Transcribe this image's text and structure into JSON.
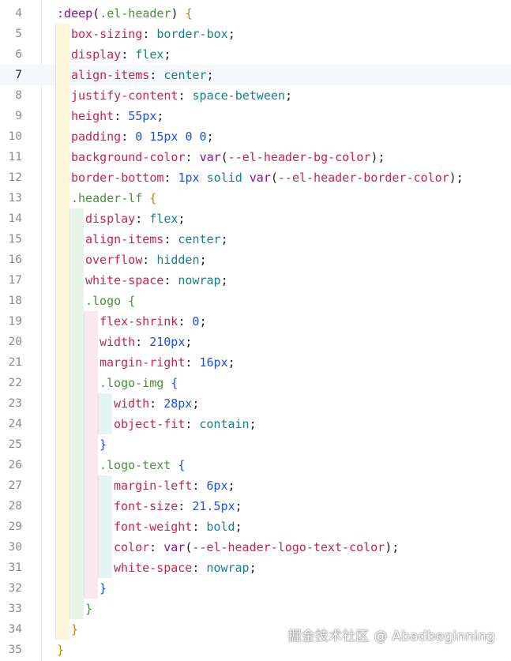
{
  "editor": {
    "current_line": 7,
    "lines": [
      {
        "num": "4",
        "indent": 1,
        "tokens": [
          [
            "pseudo",
            ":deep"
          ],
          [
            "punct",
            "("
          ],
          [
            "selector",
            ".el-header"
          ],
          [
            "punct",
            ") "
          ],
          [
            "brace",
            "{"
          ]
        ]
      },
      {
        "num": "5",
        "indent": 2,
        "tokens": [
          [
            "property",
            "box-sizing"
          ],
          [
            "punct",
            ": "
          ],
          [
            "value",
            "border-box"
          ],
          [
            "punct",
            ";"
          ]
        ]
      },
      {
        "num": "6",
        "indent": 2,
        "tokens": [
          [
            "property",
            "display"
          ],
          [
            "punct",
            ": "
          ],
          [
            "value",
            "flex"
          ],
          [
            "punct",
            ";"
          ]
        ]
      },
      {
        "num": "7",
        "indent": 2,
        "tokens": [
          [
            "property",
            "align-items"
          ],
          [
            "punct",
            ": "
          ],
          [
            "value",
            "center"
          ],
          [
            "punct",
            ";"
          ]
        ]
      },
      {
        "num": "8",
        "indent": 2,
        "tokens": [
          [
            "property",
            "justify-content"
          ],
          [
            "punct",
            ": "
          ],
          [
            "value",
            "space-between"
          ],
          [
            "punct",
            ";"
          ]
        ]
      },
      {
        "num": "9",
        "indent": 2,
        "tokens": [
          [
            "property",
            "height"
          ],
          [
            "punct",
            ": "
          ],
          [
            "number",
            "55px"
          ],
          [
            "punct",
            ";"
          ]
        ]
      },
      {
        "num": "10",
        "indent": 2,
        "tokens": [
          [
            "property",
            "padding"
          ],
          [
            "punct",
            ": "
          ],
          [
            "number",
            "0 15px 0 0"
          ],
          [
            "punct",
            ";"
          ]
        ]
      },
      {
        "num": "11",
        "indent": 2,
        "tokens": [
          [
            "property",
            "background-color"
          ],
          [
            "punct",
            ": "
          ],
          [
            "func",
            "var"
          ],
          [
            "punct",
            "("
          ],
          [
            "var",
            "--el-header-bg-color"
          ],
          [
            "punct",
            ");"
          ]
        ]
      },
      {
        "num": "12",
        "indent": 2,
        "tokens": [
          [
            "property",
            "border-bottom"
          ],
          [
            "punct",
            ": "
          ],
          [
            "number",
            "1px"
          ],
          [
            "value",
            " solid "
          ],
          [
            "func",
            "var"
          ],
          [
            "punct",
            "("
          ],
          [
            "var",
            "--el-header-border-color"
          ],
          [
            "punct",
            ");"
          ]
        ]
      },
      {
        "num": "13",
        "indent": 2,
        "tokens": [
          [
            "selector",
            ".header-lf"
          ],
          [
            "punct",
            " "
          ],
          [
            "brace",
            "{"
          ]
        ]
      },
      {
        "num": "14",
        "indent": 3,
        "tokens": [
          [
            "property",
            "display"
          ],
          [
            "punct",
            ": "
          ],
          [
            "value",
            "flex"
          ],
          [
            "punct",
            ";"
          ]
        ]
      },
      {
        "num": "15",
        "indent": 3,
        "tokens": [
          [
            "property",
            "align-items"
          ],
          [
            "punct",
            ": "
          ],
          [
            "value",
            "center"
          ],
          [
            "punct",
            ";"
          ]
        ]
      },
      {
        "num": "16",
        "indent": 3,
        "tokens": [
          [
            "property",
            "overflow"
          ],
          [
            "punct",
            ": "
          ],
          [
            "value",
            "hidden"
          ],
          [
            "punct",
            ";"
          ]
        ]
      },
      {
        "num": "17",
        "indent": 3,
        "tokens": [
          [
            "property",
            "white-space"
          ],
          [
            "punct",
            ": "
          ],
          [
            "value",
            "nowrap"
          ],
          [
            "punct",
            ";"
          ]
        ]
      },
      {
        "num": "18",
        "indent": 3,
        "tokens": [
          [
            "selector",
            ".logo"
          ],
          [
            "punct",
            " "
          ],
          [
            "brace",
            "{"
          ]
        ]
      },
      {
        "num": "19",
        "indent": 4,
        "tokens": [
          [
            "property",
            "flex-shrink"
          ],
          [
            "punct",
            ": "
          ],
          [
            "number",
            "0"
          ],
          [
            "punct",
            ";"
          ]
        ]
      },
      {
        "num": "20",
        "indent": 4,
        "tokens": [
          [
            "property",
            "width"
          ],
          [
            "punct",
            ": "
          ],
          [
            "number",
            "210px"
          ],
          [
            "punct",
            ";"
          ]
        ]
      },
      {
        "num": "21",
        "indent": 4,
        "tokens": [
          [
            "property",
            "margin-right"
          ],
          [
            "punct",
            ": "
          ],
          [
            "number",
            "16px"
          ],
          [
            "punct",
            ";"
          ]
        ]
      },
      {
        "num": "22",
        "indent": 4,
        "tokens": [
          [
            "selector",
            ".logo-img"
          ],
          [
            "punct",
            " "
          ],
          [
            "brace",
            "{"
          ]
        ]
      },
      {
        "num": "23",
        "indent": 5,
        "tokens": [
          [
            "property",
            "width"
          ],
          [
            "punct",
            ": "
          ],
          [
            "number",
            "28px"
          ],
          [
            "punct",
            ";"
          ]
        ]
      },
      {
        "num": "24",
        "indent": 5,
        "tokens": [
          [
            "property",
            "object-fit"
          ],
          [
            "punct",
            ": "
          ],
          [
            "value",
            "contain"
          ],
          [
            "punct",
            ";"
          ]
        ]
      },
      {
        "num": "25",
        "indent": 4,
        "tokens": [
          [
            "brace",
            "}"
          ]
        ]
      },
      {
        "num": "26",
        "indent": 4,
        "tokens": [
          [
            "selector",
            ".logo-text"
          ],
          [
            "punct",
            " "
          ],
          [
            "brace",
            "{"
          ]
        ]
      },
      {
        "num": "27",
        "indent": 5,
        "tokens": [
          [
            "property",
            "margin-left"
          ],
          [
            "punct",
            ": "
          ],
          [
            "number",
            "6px"
          ],
          [
            "punct",
            ";"
          ]
        ]
      },
      {
        "num": "28",
        "indent": 5,
        "tokens": [
          [
            "property",
            "font-size"
          ],
          [
            "punct",
            ": "
          ],
          [
            "number",
            "21.5px"
          ],
          [
            "punct",
            ";"
          ]
        ]
      },
      {
        "num": "29",
        "indent": 5,
        "tokens": [
          [
            "property",
            "font-weight"
          ],
          [
            "punct",
            ": "
          ],
          [
            "value",
            "bold"
          ],
          [
            "punct",
            ";"
          ]
        ]
      },
      {
        "num": "30",
        "indent": 5,
        "tokens": [
          [
            "property",
            "color"
          ],
          [
            "punct",
            ": "
          ],
          [
            "func",
            "var"
          ],
          [
            "punct",
            "("
          ],
          [
            "var",
            "--el-header-logo-text-color"
          ],
          [
            "punct",
            ");"
          ]
        ]
      },
      {
        "num": "31",
        "indent": 5,
        "tokens": [
          [
            "property",
            "white-space"
          ],
          [
            "punct",
            ": "
          ],
          [
            "value",
            "nowrap"
          ],
          [
            "punct",
            ";"
          ]
        ]
      },
      {
        "num": "32",
        "indent": 4,
        "tokens": [
          [
            "brace",
            "}"
          ]
        ]
      },
      {
        "num": "33",
        "indent": 3,
        "tokens": [
          [
            "brace",
            "}"
          ]
        ]
      },
      {
        "num": "34",
        "indent": 2,
        "tokens": [
          [
            "brace",
            "}"
          ]
        ]
      },
      {
        "num": "35",
        "indent": 1,
        "tokens": [
          [
            "brace",
            "}"
          ]
        ]
      }
    ]
  },
  "colors": {
    "brace_levels": [
      "#b8860b",
      "#b8860b",
      "#4a8f3a",
      "#1750eb",
      "#4a8f3a",
      "#1750eb"
    ],
    "guide_levels": [
      "#fdf6d8",
      "#e6f4ea",
      "#fbe8ee",
      "#e4f3f6",
      "#f3e6f7",
      "#eef1fb"
    ]
  },
  "watermark": {
    "text": "掘金技术社区 @ Abadbeginning"
  }
}
